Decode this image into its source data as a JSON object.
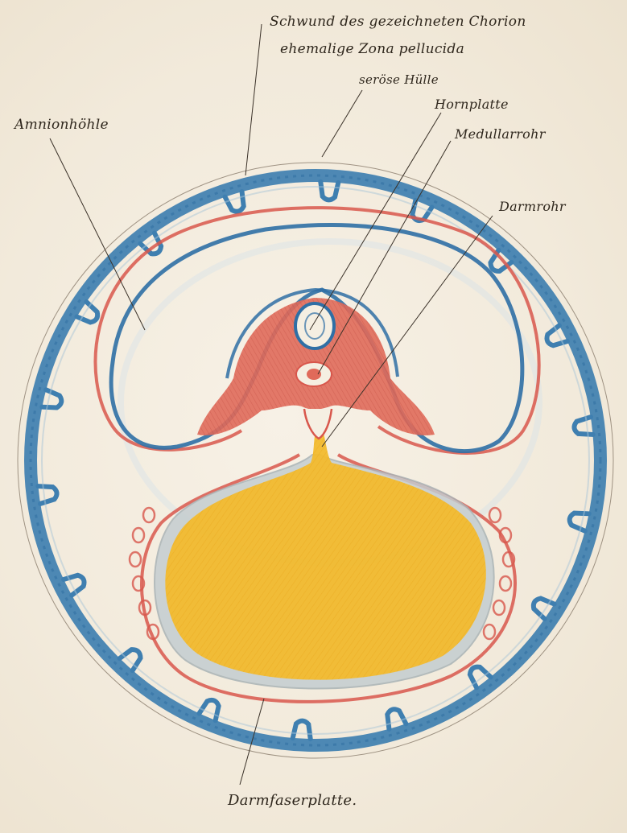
{
  "labels": {
    "chorion_line1": "Schwund des gezeichneten Chorion",
    "chorion_line2": "ehemalige Zona pellucida",
    "serosa": "seröse Hülle",
    "horny_plate": "Hornplatte",
    "medullary_tube": "Medullarrohr",
    "gut_tube": "Darmrohr",
    "amnion_cavity": "Amnionhöhle",
    "gut_fiber_plate": "Darmfaserplatte."
  },
  "colors": {
    "chorion": "#3f7fb0",
    "ectoderm": "#2f6fa5",
    "mesoderm": "#d8574c",
    "yolk": "#f2bb2e",
    "endoderm_rim": "#b9c4c8",
    "ink": "#2e261c"
  }
}
